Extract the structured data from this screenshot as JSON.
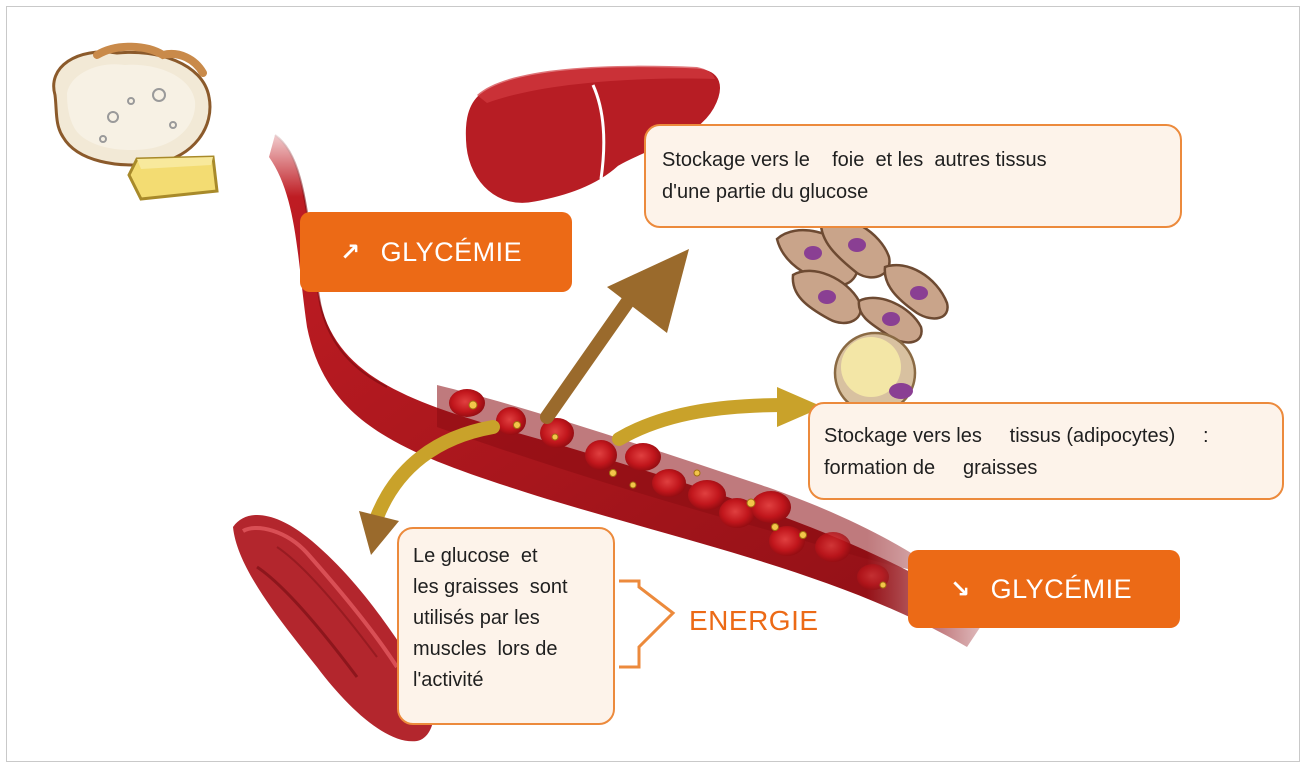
{
  "badges": {
    "high": {
      "arrow": "↗",
      "label": "GLYCÉMIE"
    },
    "low": {
      "arrow": "↘",
      "label": "GLYCÉMIE"
    }
  },
  "callouts": {
    "liver": {
      "line1": "Stockage vers le    foie  et les  autres tissus",
      "line2": "d'une partie du glucose"
    },
    "fat": {
      "line1": "Stockage vers les     tissus (adipocytes)     :",
      "line2": "formation de     graisses"
    },
    "muscle": {
      "lines": [
        "Le glucose  et",
        "les graisses  sont",
        "utilisés par les",
        "muscles  lors de",
        "l'activité"
      ]
    }
  },
  "energy_label": "ENERGIE",
  "colors": {
    "accent": "#ec6a16",
    "callout_border": "#ec8a3c",
    "callout_fill": "#fdf3ea",
    "vessel": "#a8141b",
    "arrow_brown": "#9a6a2c",
    "arrow_gold": "#c9a22a"
  }
}
